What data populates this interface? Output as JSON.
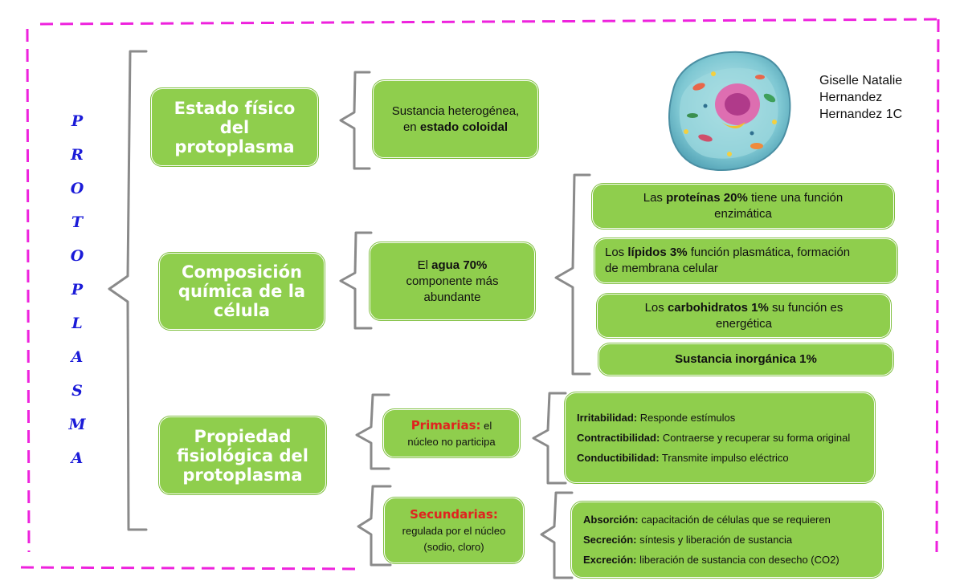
{
  "title_letters": [
    "P",
    "R",
    "O",
    "T",
    "O",
    "P",
    "L",
    "A",
    "S",
    "M",
    "A"
  ],
  "author": {
    "line1": "Giselle Natalie",
    "line2": "Hernandez",
    "line3": "Hernandez 1C"
  },
  "estado": {
    "heading": [
      "Estado físico",
      "del",
      "protoplasma"
    ],
    "desc_pre": "Sustancia heterogénea,",
    "desc_en": "en ",
    "desc_bold": "estado coloidal"
  },
  "composicion": {
    "heading": [
      "Composición",
      "química de la",
      "célula"
    ],
    "agua_pre": "El ",
    "agua_bold": "agua 70%",
    "agua_post": "componente más",
    "agua_post2": "abundante",
    "proteinas": {
      "pre": "Las ",
      "bold": "proteínas 20%",
      "post": " tiene una función",
      "post2": "enzimática"
    },
    "lipidos": {
      "pre": "Los ",
      "bold": "lípidos 3%",
      "post": " función plasmática, formación",
      "post2": "de membrana celular"
    },
    "carbohidratos": {
      "pre": "Los ",
      "bold": "carbohidratos 1%",
      "post": " su función es",
      "post2": "energética"
    },
    "inorganica": "Sustancia inorgánica 1%"
  },
  "propiedad": {
    "heading": [
      "Propiedad",
      "fisiológica del",
      "protoplasma"
    ],
    "primarias": {
      "label": "Primarias:",
      "text": " el",
      "text2": "núcleo no participa"
    },
    "secundarias": {
      "label": "Secundarias:",
      "text": "regulada por el núcleo",
      "text2": "(sodio, cloro)"
    },
    "primarias_items": [
      {
        "term": "Irritabilidad:",
        "desc": " Responde estímulos"
      },
      {
        "term": "Contractibilidad:",
        "desc": " Contraerse y recuperar su forma original"
      },
      {
        "term": "Conductibilidad:",
        "desc": " Transmite impulso eléctrico"
      }
    ],
    "secundarias_items": [
      {
        "term": "Absorción:",
        "desc": " capacitación de células que se requieren"
      },
      {
        "term": "Secreción:",
        "desc": " síntesis y liberación de sustancia"
      },
      {
        "term": "Excreción:",
        "desc": " liberación de sustancia con desecho (CO2)"
      }
    ]
  },
  "colors": {
    "box": "#8fce4d",
    "border_dash": "#ee22dd",
    "bracket": "#8a8a8a",
    "vertical_title": "#1b1bd8",
    "red_label": "#e0231f"
  }
}
